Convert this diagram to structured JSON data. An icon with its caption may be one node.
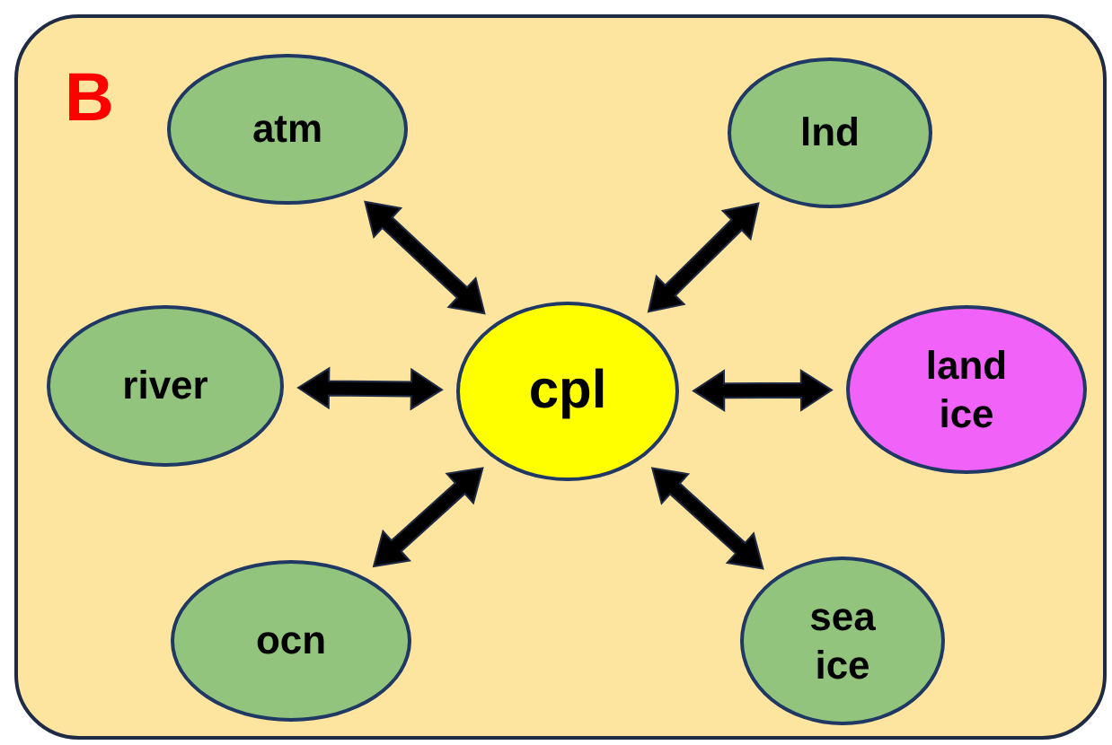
{
  "diagram": {
    "nodes": [
      {
        "text": [
          "B"
        ]
      },
      {
        "text": [
          "atm"
        ],
        "in": 0
      },
      {
        "text": [
          "lnd"
        ],
        "in": 0
      },
      {
        "text": [
          "river"
        ],
        "in": 0
      },
      {
        "text": [
          "cpl"
        ],
        "in": 0
      },
      {
        "text": [
          "land ice"
        ],
        "in": 0
      },
      {
        "text": [
          "ocn"
        ],
        "in": 0
      },
      {
        "text": [
          "sea ice"
        ],
        "in": 0
      }
    ],
    "edges": [
      {
        "from": 1,
        "to": 4,
        "arrow": "both",
        "style": "thick"
      },
      {
        "from": 2,
        "to": 4,
        "arrow": "both",
        "style": "thick"
      },
      {
        "from": 3,
        "to": 4,
        "arrow": "both",
        "style": "thick"
      },
      {
        "from": 5,
        "to": 4,
        "arrow": "both",
        "style": "thick"
      },
      {
        "from": 6,
        "to": 4,
        "arrow": "both",
        "style": "thick"
      },
      {
        "from": 7,
        "to": 4,
        "arrow": "both",
        "style": "thick"
      }
    ]
  }
}
